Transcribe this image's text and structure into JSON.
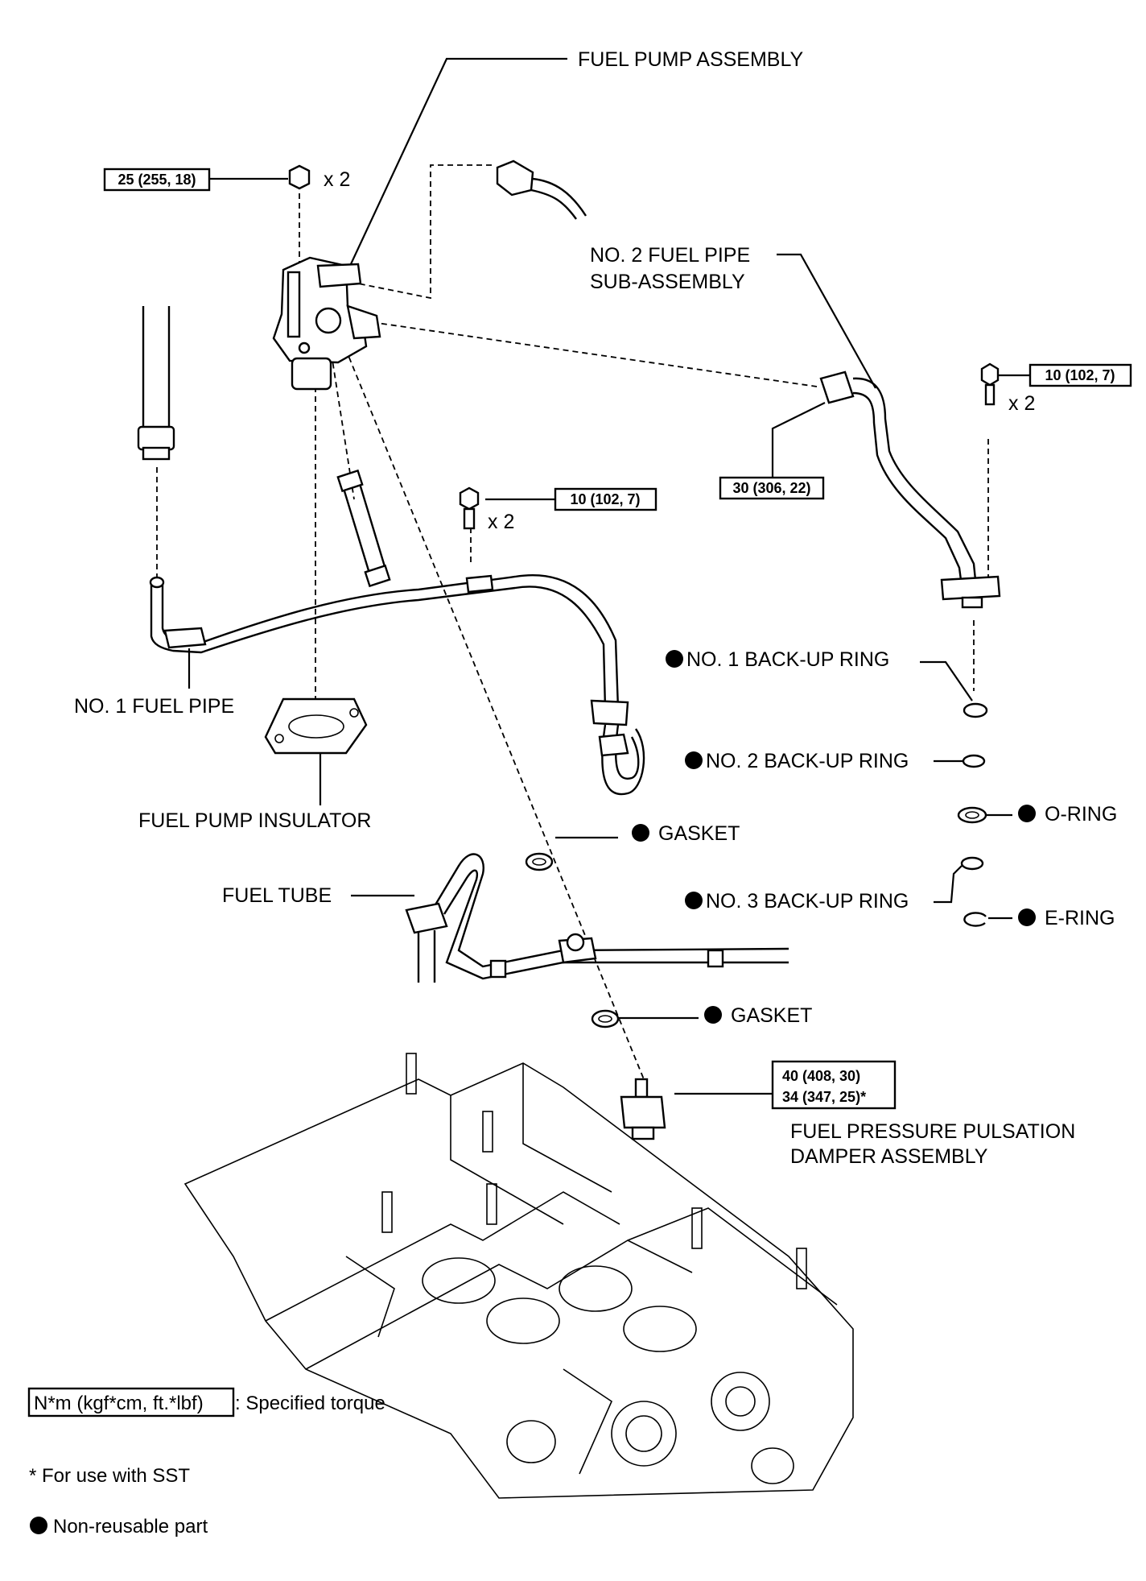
{
  "labels": {
    "fuel_pump_assembly": "FUEL PUMP ASSEMBLY",
    "no2_fuel_pipe_l1": "NO. 2 FUEL PIPE",
    "no2_fuel_pipe_l2": "SUB-ASSEMBLY",
    "no1_fuel_pipe": "NO. 1 FUEL PIPE",
    "fuel_pump_insulator": "FUEL PUMP INSULATOR",
    "fuel_tube": "FUEL TUBE",
    "no1_backup_ring": "NO. 1 BACK-UP RING",
    "no2_backup_ring": "NO. 2 BACK-UP RING",
    "o_ring": "O-RING",
    "no3_backup_ring": "NO. 3 BACK-UP RING",
    "e_ring": "E-RING",
    "gasket_upper": "GASKET",
    "gasket_lower": "GASKET",
    "damper_l1": "FUEL PRESSURE PULSATION",
    "damper_l2": "DAMPER ASSEMBLY"
  },
  "torques": {
    "pump_nut": "25 (255, 18)",
    "pipe_bolt_right": "10 (102, 7)",
    "pipe_bolt_center": "10 (102, 7)",
    "pipe_union": "30 (306, 22)",
    "damper_std": "40 (408, 30)",
    "damper_sst": "34 (347, 25)*"
  },
  "quantities": {
    "pump_nut": "x 2",
    "pipe_bolt_right": "x 2",
    "pipe_bolt_center": "x 2"
  },
  "legend": {
    "torque_units": "N*m (kgf*cm, ft.*lbf)",
    "torque_desc": ": Specified torque",
    "sst_note": "* For use with SST",
    "non_reusable": "Non-reusable part"
  },
  "icons": {
    "non_reusable_marker": "filled-circle-icon"
  }
}
